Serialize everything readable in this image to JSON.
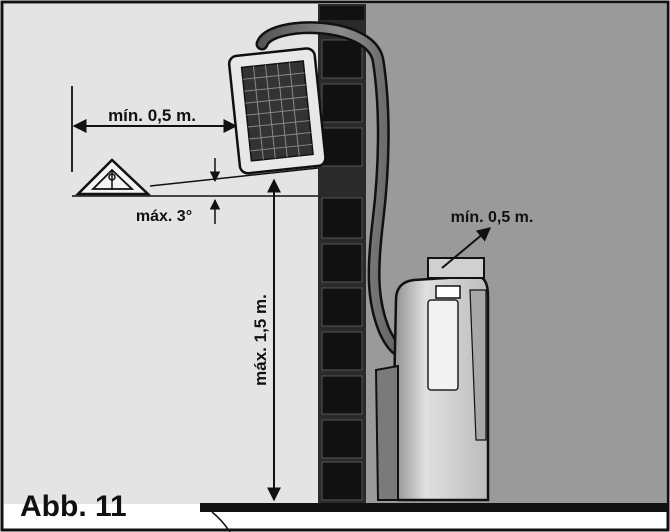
{
  "figure": {
    "label": "Abb. 11"
  },
  "annotations": {
    "horizontal_clearance": "mín. 0,5 m.",
    "tilt_max": "máx. 3°",
    "height_max": "máx. 1,5 m.",
    "top_clearance": "mín. 0,5 m."
  },
  "colors": {
    "left_wall": "#e4e4e4",
    "right_wall": "#9a9a9a",
    "outline": "#111111",
    "unit_body": "#d4d4d4"
  },
  "icons": {
    "level_tool": "spirit-level-triangle-icon"
  }
}
